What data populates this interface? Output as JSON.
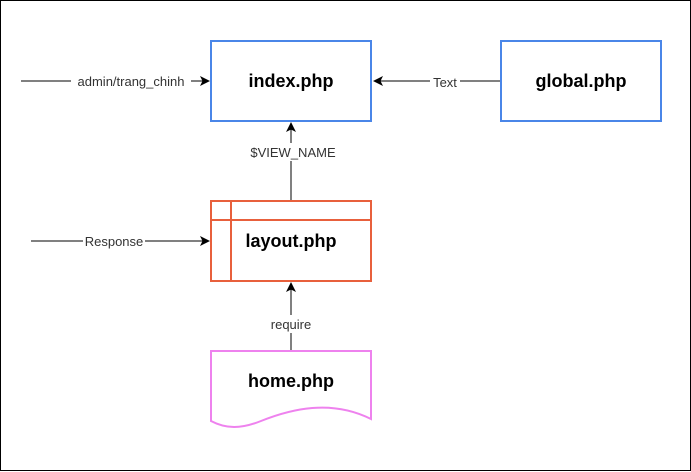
{
  "colors": {
    "blue_box": "#4a86e8",
    "orange_box": "#e8603c",
    "pink_box": "#ee82ee",
    "edge": "#000000",
    "background": "#ffffff"
  },
  "nodes": {
    "index": {
      "label": "index.php",
      "shape": "rectangle"
    },
    "global": {
      "label": "global.php",
      "shape": "rectangle"
    },
    "layout": {
      "label": "layout.php",
      "shape": "internal-storage"
    },
    "home": {
      "label": "home.php",
      "shape": "document"
    }
  },
  "edges": {
    "entry_to_index": {
      "label": "admin/trang_chinh"
    },
    "global_to_index": {
      "label": "Text"
    },
    "layout_to_index": {
      "label": "$VIEW_NAME"
    },
    "entry_to_layout": {
      "label": "Response"
    },
    "home_to_layout": {
      "label": "require"
    }
  }
}
